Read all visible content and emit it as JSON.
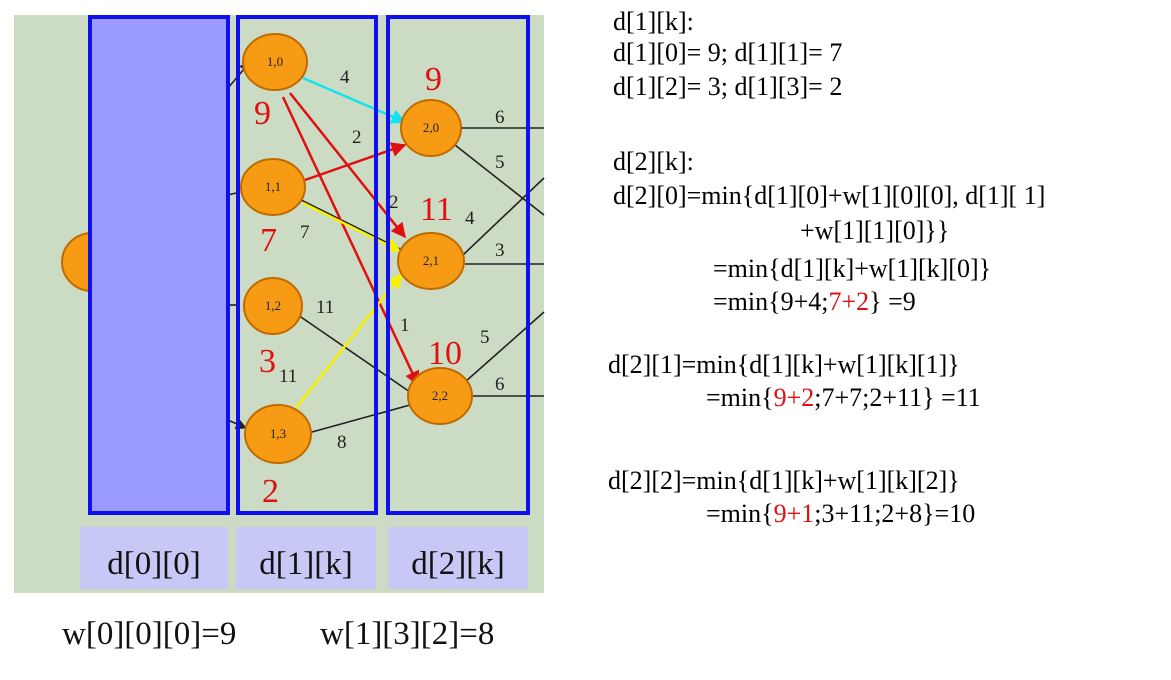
{
  "colors": {
    "panel_bg": "#ccdcc4",
    "column_border": "#1010ee",
    "first_column_fill": "#9b9bff",
    "label_box": "#c8c8f6",
    "node_fill": "#f79a14",
    "node_stroke": "#c06a00",
    "arrow_cyan": "#12e4ee",
    "arrow_red": "#e01010",
    "arrow_yellow": "#f6f200",
    "highlight_red": "#e01010"
  },
  "graph": {
    "nodes": [
      {
        "id": "n10",
        "label": "1,0"
      },
      {
        "id": "n11",
        "label": "1,1"
      },
      {
        "id": "n12",
        "label": "1,2"
      },
      {
        "id": "n13",
        "label": "1,3"
      },
      {
        "id": "n20",
        "label": "2,0"
      },
      {
        "id": "n21",
        "label": "2,1"
      },
      {
        "id": "n22",
        "label": "2,2"
      }
    ],
    "edge_weights": [
      "4",
      "2",
      "7",
      "2",
      "4",
      "11",
      "1",
      "11",
      "8",
      "6",
      "5",
      "3",
      "5",
      "6"
    ],
    "red_values": [
      "9",
      "7",
      "3",
      "2",
      "9",
      "11",
      "10"
    ],
    "column_labels": [
      "d[0][0]",
      "d[1][k]",
      "d[2][k]"
    ]
  },
  "bottom": {
    "left": "w[0][0][0]=9",
    "right": "w[1][3][2]=8"
  },
  "right_panel": {
    "h1": "d[1][k]:",
    "l1": "d[1][0]= 9; d[1][1]= 7",
    "l2": "d[1][2]= 3; d[1][3]= 2",
    "h2": "d[2][k]:",
    "l3": "d[2][0]=min{d[1][0]+w[1][0][0], d[1][ 1]",
    "l4": "+w[1][1][0]}}",
    "l5": "=min{d[1][k]+w[1][k][0]}",
    "l6a": "=min{9+4;",
    "l6b": "7+2",
    "l6c": "} =9",
    "l7": "d[2][1]=min{d[1][k]+w[1][k][1]}",
    "l8a": "=min{",
    "l8b": "9+2",
    "l8c": ";7+7;2+11} =11",
    "l9": "d[2][2]=min{d[1][k]+w[1][k][2]}",
    "l10a": "=min{",
    "l10b": "9+1",
    "l10c": ";3+11;2+8}=10"
  }
}
